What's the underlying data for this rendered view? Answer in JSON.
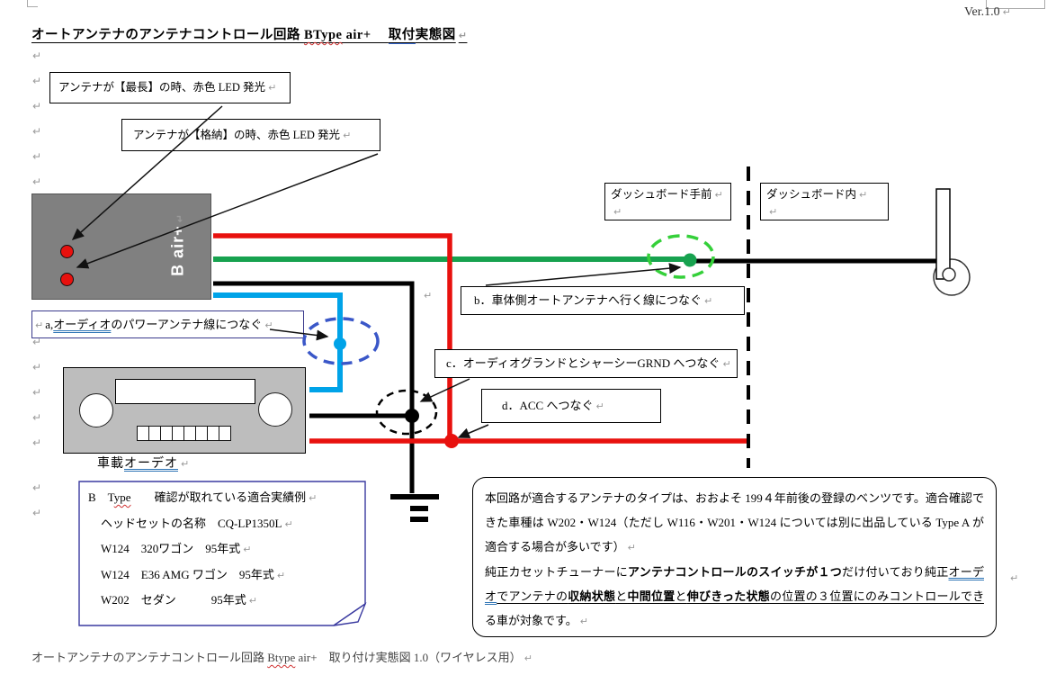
{
  "page": {
    "version": "Ver.1.0",
    "pilcrow": "↵",
    "title": {
      "pre": "オートアンテナのアンテナコントロール回路 ",
      "btype": "BType",
      "mid": " air+　 ",
      "toritsuke": "取付",
      "suffix": "実態図"
    },
    "footer": {
      "pre": "オートアンテナのアンテナコントロール回路 ",
      "btype": "Btype",
      "post": " air+　取り付け実態図 1.0（ワイヤレス用）"
    }
  },
  "callouts": {
    "led_longest": "アンテナが【最長】の時、赤色 LED 発光",
    "led_stored": "アンテナが【格納】の時、赤色 LED 発光"
  },
  "zones": {
    "dash_front": "ダッシュボード手前",
    "dash_inside": "ダッシュボード内"
  },
  "device": {
    "label": "B air+"
  },
  "audio_unit": {
    "label_pre": "車載",
    "label_underlined": "オーデオ"
  },
  "connections": {
    "a": {
      "prefix": "a,",
      "underlined": "オーディオ",
      "rest": "のパワーアンテナ線につなぐ"
    },
    "b": "b．車体側オートアンテナへ行く線につなぐ",
    "c": "c．オーディオグランドとシャーシーGRND へつなぐ",
    "d": "d．ACC へつなぐ"
  },
  "compat_box": {
    "title_pre": "B　T",
    "title_wavy": "ype",
    "title_post": "　　確認が取れている適合実績例",
    "lines": [
      "ヘッドセットの名称　CQ-LP1350L",
      "W124　320ワゴン　95年式",
      "W124　E36 AMG ワゴン　95年式",
      "W202　セダン　　　95年式"
    ]
  },
  "main_note": {
    "p1": "本回路が適合するアンテナのタイプは、おおよそ 199４年前後の登録のベンツです。適合確認できた車種は W202・W124（ただし W116・W201・W124 については別に出品している Type A が適合する場合が多いです）",
    "p2": {
      "s1": "純正カセットチューナーに",
      "s2": "アンテナコントロールのスイッチが１つ",
      "s3": "だけ付いており純正",
      "s4": "オーデオ",
      "s5": "でアンテナの",
      "s6": "収納状態",
      "s7": "と",
      "s8": "中間位置",
      "s9": "と",
      "s10": "伸びきった状態",
      "s11": "の位置の３位置にのみコントロールでき",
      "s12": "る車が対象です。"
    }
  },
  "colors": {
    "wire_red": "#E8110E",
    "wire_green": "#17A24F",
    "wire_blue": "#00A3E8",
    "wire_black": "#000000",
    "ellipse_green": "#35D03A",
    "ellipse_blue": "#3A57C8",
    "led_red": "#E8110E",
    "device_gray": "#808080",
    "audio_gray": "#BDBDBD",
    "note_border": "#3A3AA0"
  }
}
